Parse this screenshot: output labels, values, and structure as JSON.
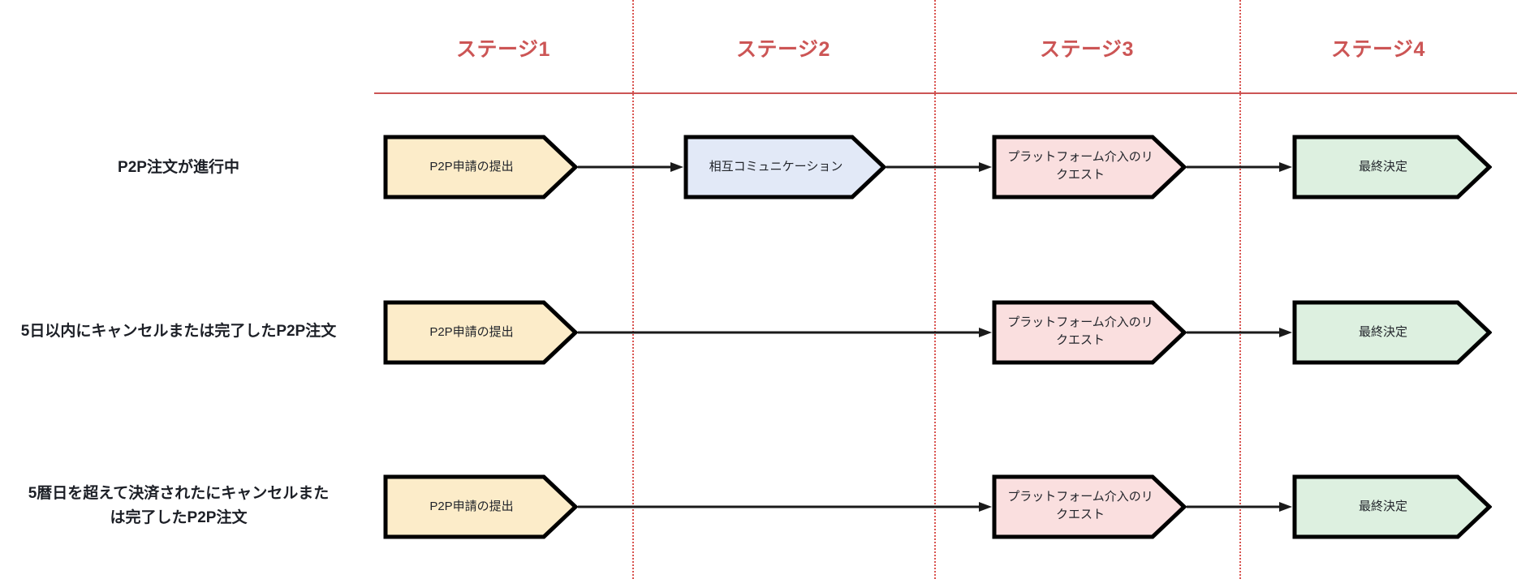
{
  "diagram": {
    "title": "P2P order dispute stage flow",
    "colors": {
      "stage_header": "#cc5555",
      "divider": "#d9534f",
      "submit_fill": "#fcecc9",
      "communication_fill": "#e2e9f7",
      "platform_fill": "#fadfdf",
      "decision_fill": "#ddf0e0",
      "node_stroke": "#000000",
      "label_text": "#1c1f26"
    },
    "stages": [
      {
        "label": "ステージ1"
      },
      {
        "label": "ステージ2"
      },
      {
        "label": "ステージ3"
      },
      {
        "label": "ステージ4"
      }
    ],
    "rows": [
      {
        "label": "P2P注文が進行中",
        "label_lines": [
          "P2P注文が進行中"
        ],
        "nodes": [
          {
            "stage": 1,
            "text": "P2P申請の提出",
            "fill": "submit_fill"
          },
          {
            "stage": 2,
            "text": "相互コミュニケーション",
            "fill": "communication_fill"
          },
          {
            "stage": 3,
            "text": "プラットフォーム介入のリクエスト",
            "text_lines": [
              "プラットフォーム介入のリ",
              "クエスト"
            ],
            "fill": "platform_fill"
          },
          {
            "stage": 4,
            "text": "最終決定",
            "fill": "decision_fill"
          }
        ],
        "connectors": [
          "1-2",
          "2-3",
          "3-4"
        ]
      },
      {
        "label": "5日以内にキャンセルまたは完了したP2P注文",
        "label_lines": [
          "5日以内にキャンセルまたは完了したP2P注文"
        ],
        "nodes": [
          {
            "stage": 1,
            "text": "P2P申請の提出",
            "fill": "submit_fill"
          },
          {
            "stage": 3,
            "text": "プラットフォーム介入のリクエスト",
            "text_lines": [
              "プラットフォーム介入のリ",
              "クエスト"
            ],
            "fill": "platform_fill"
          },
          {
            "stage": 4,
            "text": "最終決定",
            "fill": "decision_fill"
          }
        ],
        "connectors": [
          "1-3",
          "3-4"
        ]
      },
      {
        "label": "5暦日を超えて決済されたにキャンセルまたは完了したP2P注文",
        "label_lines": [
          "5暦日を超えて決済されたにキャンセルまた",
          "は完了したP2P注文"
        ],
        "nodes": [
          {
            "stage": 1,
            "text": "P2P申請の提出",
            "fill": "submit_fill"
          },
          {
            "stage": 3,
            "text": "プラットフォーム介入のリクエスト",
            "text_lines": [
              "プラットフォーム介入のリ",
              "クエスト"
            ],
            "fill": "platform_fill"
          },
          {
            "stage": 4,
            "text": "最終決定",
            "fill": "decision_fill"
          }
        ],
        "connectors": [
          "1-3",
          "3-4"
        ]
      }
    ]
  }
}
